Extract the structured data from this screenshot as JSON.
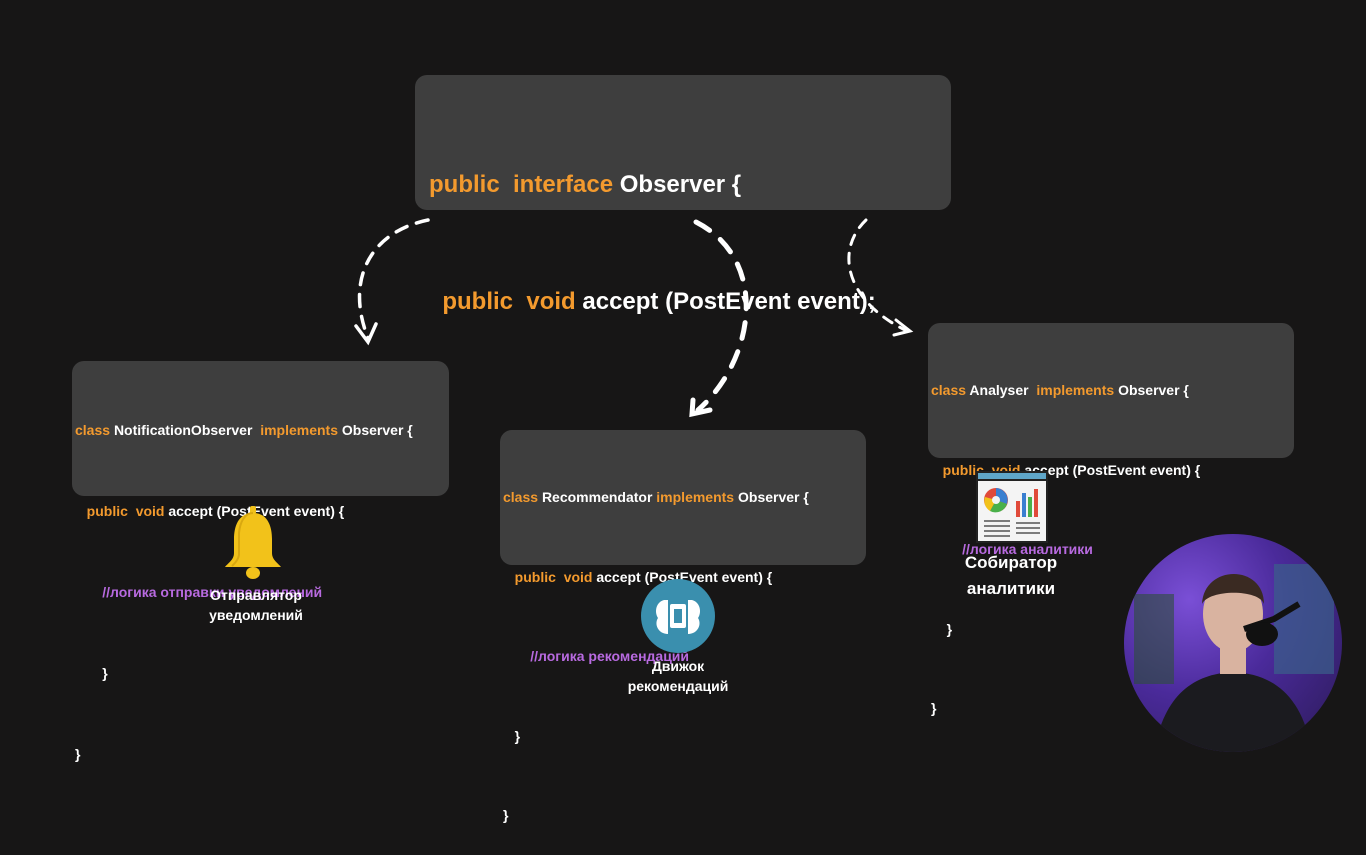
{
  "main_interface": {
    "line1": {
      "kw1": "public",
      "kw2": "interface",
      "name": "Observer {"
    },
    "line2": {
      "kw1": "public",
      "kw2": "void",
      "rest": "accept (PostEvent event);"
    },
    "line3": "}"
  },
  "notification_observer": {
    "line1": {
      "kw1": "class",
      "name": "NotificationObserver",
      "kw2": "implements",
      "rest": "Observer {"
    },
    "line2": {
      "kw1": "public",
      "kw2": "void",
      "rest": "accept (PostEvent event) {"
    },
    "comment": "//логика отправки уведомлений",
    "close_inner": "}",
    "close_outer": "}"
  },
  "recommendator": {
    "line1": {
      "kw1": "class",
      "name": "Recommendator",
      "kw2": "implements",
      "rest": "Observer {"
    },
    "line2": {
      "kw1": "public",
      "kw2": "void",
      "rest": "accept (PostEvent event) {"
    },
    "comment": "//логика рекомендаций",
    "close_inner": "}",
    "close_outer": "}"
  },
  "analyser": {
    "line1": {
      "kw1": "class",
      "name": "Analyser",
      "kw2": "implements",
      "rest": "Observer {"
    },
    "line2": {
      "kw1": "public",
      "kw2": "void",
      "rest": "accept (PostEvent event) {"
    },
    "comment": "//логика аналитики",
    "close_inner": "}",
    "close_outer": "}"
  },
  "captions": {
    "bell_line1": "Отправлятор",
    "bell_line2": "уведомлений",
    "engine_line1": "Движок",
    "engine_line2": "рекомендаций",
    "analytics_line1": "Собиратор",
    "analytics_line2": "аналитики"
  },
  "colors": {
    "background": "#171616",
    "box": "#3e3e3e",
    "keyword": "#f39a2e",
    "comment": "#b86ae0",
    "bell": "#f2c21a",
    "engine_circle": "#3a8fae"
  },
  "icons": [
    "bell-icon",
    "brain-chip-icon",
    "analytics-report-icon"
  ]
}
